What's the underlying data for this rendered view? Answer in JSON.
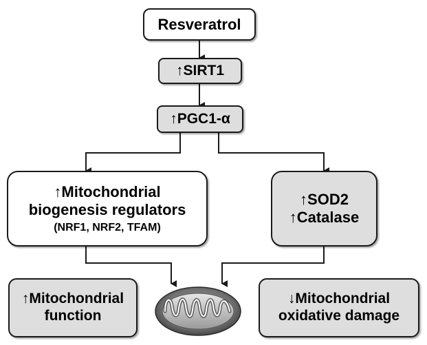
{
  "nodes": {
    "resveratrol": "Resveratrol",
    "sirt1": "↑SIRT1",
    "pgc1a": "↑PGC1-α",
    "biogenesis": {
      "line1": "↑Mitochondrial",
      "line2": "biogenesis regulators",
      "line3": "(NRF1, NRF2, TFAM)"
    },
    "antioxidants": {
      "line1": "↑SOD2",
      "line2": "↑Catalase"
    },
    "function": {
      "line1": "↑Mitochondrial",
      "line2": "function"
    },
    "damage": {
      "line1": "↓Mitochondrial",
      "line2": "oxidative damage"
    }
  },
  "colors": {
    "box_fill_white": "#ffffff",
    "box_fill_gray": "#dedede",
    "line": "#1a1a1a",
    "mitochondrion_outer": "#707070",
    "mitochondrion_inner": "#b0b0b0"
  },
  "icons": {
    "center": "mitochondrion-icon"
  }
}
